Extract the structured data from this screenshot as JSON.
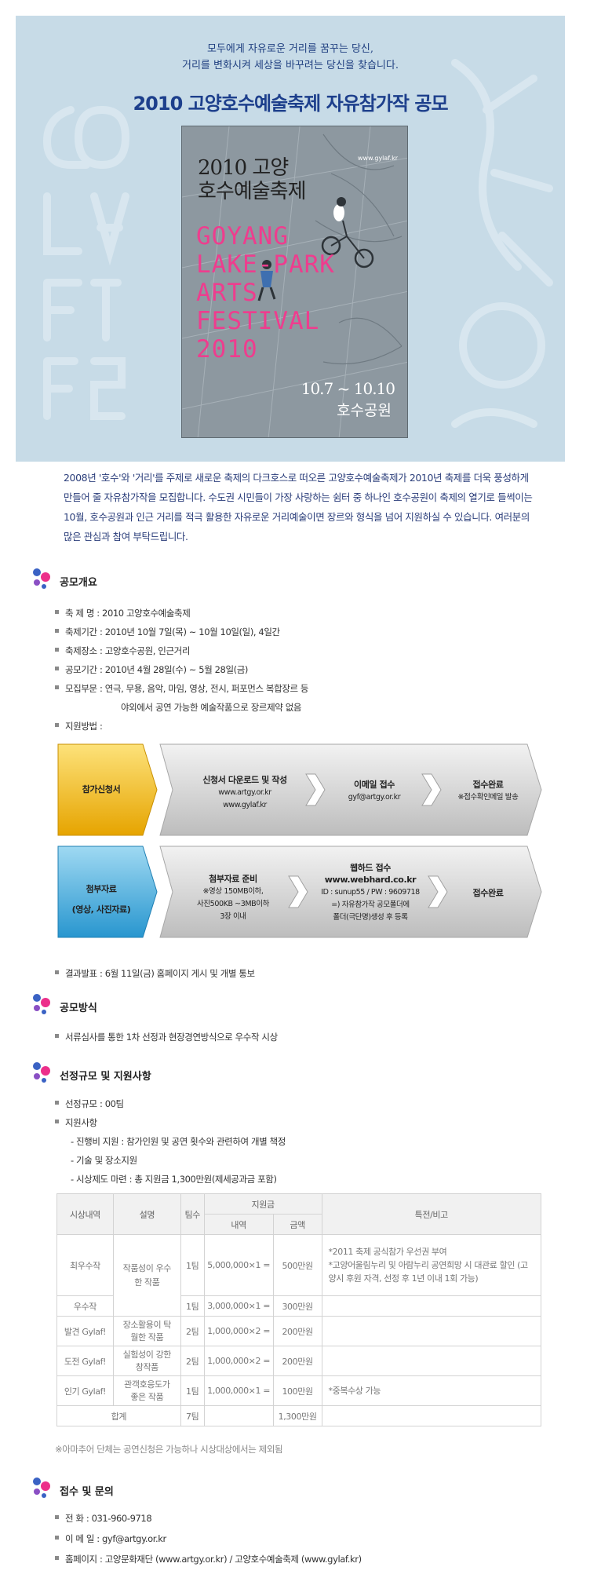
{
  "banner": {
    "subtitle_line1": "모두에게 자유로운 거리를 꿈꾸는 당신,",
    "subtitle_line2": "거리를 변화시켜 세상을 바꾸려는 당신을 찾습니다.",
    "title": "2010 고양호수예술축제 자유참가작 공모",
    "poster": {
      "url": "www.gylaf.kr",
      "kor_line1": "2010 고양",
      "kor_line2": "호수예술축제",
      "eng_lines": [
        "GOYANG",
        "LAKE-PARK",
        "ARTS",
        "FESTIVAL",
        "2010"
      ],
      "date": "10.7 ~ 10.10",
      "venue": "호수공원"
    }
  },
  "intro": "2008년 '호수'와 '거리'를 주제로 새로운 축제의 다크호스로 떠오른 고양호수예술축제가 2010년 축제를 더욱 풍성하게 만들어 줄 자유참가작을 모집합니다. 수도권 시민들이 가장 사랑하는 쉼터 중 하나인 호수공원이 축제의 열기로 들썩이는 10월, 호수공원과 인근 거리를 적극 활용한 자유로운 거리예술이면 장르와 형식을 넘어 지원하실 수 있습니다. 여러분의 많은 관심과 참여 부탁드립니다.",
  "sections": {
    "overview": {
      "heading": "공모개요",
      "items": [
        "축 제 명   : 2010 고양호수예술축제",
        "축제기간 : 2010년 10월 7일(목) ~ 10월 10일(일), 4일간",
        "축제장소 : 고양호수공원, 인근거리",
        "공모기간 : 2010년 4월 28일(수) ~ 5월 28일(금)",
        "모집부문 : 연극, 무용, 음악, 마임, 영상, 전시, 퍼포먼스 복합장르 등"
      ],
      "items_cont": "야외에서 공연 가능한 예술작품으로 장르제약 없음",
      "method_label": "지원방법 :",
      "result": "결과발표 : 6월 11일(금) 홈페이지 게시 및 개별 통보"
    },
    "flow": {
      "row1": {
        "head": "참가신청서",
        "step1_title": "신청서 다운로드 및 작성",
        "step1_sub1": "www.artgy.or.kr",
        "step1_sub2": "www.gylaf.kr",
        "step2_title": "이메일 접수",
        "step2_sub": "gyf@artgy.or.kr",
        "step3_title": "접수완료",
        "step3_sub": "※접수확인메일 발송"
      },
      "row2": {
        "head1": "첨부자료",
        "head2": "(영상, 사진자료)",
        "step1_title": "첨부자료 준비",
        "step1_sub1": "※영상 150MB이하,",
        "step1_sub2": "사진500KB ~3MB이하",
        "step1_sub3": "3장 이내",
        "step2_title": "웹하드 접수",
        "step2_url": "www.webhard.co.kr",
        "step2_id": "ID : sunup55 / PW : 9609718",
        "step2_note1": "=) 자유참가작 공모폴더에",
        "step2_note2": "폴더(극단명)생성 후 등록",
        "step3_title": "접수완료"
      }
    },
    "method": {
      "heading": "공모방식",
      "item": "서류심사를 통한 1차 선정과 현장경연방식으로 우수작 시상"
    },
    "support": {
      "heading": "선정규모 및 지원사항",
      "item1": "선정규모 : 00팀",
      "item2": "지원사항",
      "sub1": "- 진행비 지원 : 참가인원 및 공연 횟수와 관련하여 개별 책정",
      "sub2": "- 기술 및 장소지원",
      "sub3": "- 시상제도 마련 : 총 지원금 1,300만원(제세공과금 포함)"
    },
    "contact": {
      "heading": "접수 및 문의",
      "phone": "전    화 : 031-960-9718",
      "email": "이 메 일 : gyf@artgy.or.kr",
      "homepage": "홈페이지 : 고양문화재단 (www.artgy.or.kr)    /   고양호수예술축제 (www.gylaf.kr)"
    }
  },
  "table": {
    "headers": {
      "award": "시상내역",
      "desc": "설명",
      "teams": "팀수",
      "fund": "지원금",
      "detail": "내역",
      "amount": "금액",
      "benefit": "특전/비고"
    },
    "rows": [
      {
        "award": "최우수작",
        "desc": "작품성이 우수한 작품",
        "teams": "1팀",
        "detail": "5,000,000×1 =",
        "amount": "500만원",
        "benefit1": "*2011 축제 공식참가 우선권 부여",
        "benefit2": "*고양어울림누리 및 아람누리 공연희망 시 대관료 할인 (고양시 후원 자격, 선정 후 1년 이내 1회 가능)"
      },
      {
        "award": "우수작",
        "teams": "1팀",
        "detail": "3,000,000×1 =",
        "amount": "300만원"
      },
      {
        "award": "발견 Gylaf!",
        "desc": "장소활용이 탁월한 작품",
        "teams": "2팀",
        "detail": "1,000,000×2 =",
        "amount": "200만원"
      },
      {
        "award": "도전 Gylaf!",
        "desc": "실험성이 강한 창작품",
        "teams": "2팀",
        "detail": "1,000,000×2 =",
        "amount": "200만원"
      },
      {
        "award": "인기 Gylaf!",
        "desc": "관객호응도가 좋은 작품",
        "teams": "1팀",
        "detail": "1,000,000×1 =",
        "amount": "100만원",
        "benefit": "*중복수상 가능"
      }
    ],
    "total": {
      "label": "합계",
      "teams": "7팀",
      "amount": "1,300만원"
    }
  },
  "note": "※아마추어 단체는 공연신청은 가능하나 시상대상에서는 제외됨",
  "colors": {
    "banner_bg": "#c7dbe7",
    "title_blue": "#1d3f8c",
    "intro_blue": "#2a3d7a",
    "flow_yellow": "#f2b705",
    "flow_blue": "#3aa6d8",
    "flow_gray": "#c4c4c4",
    "poster_pink": "#ee3d8e"
  }
}
